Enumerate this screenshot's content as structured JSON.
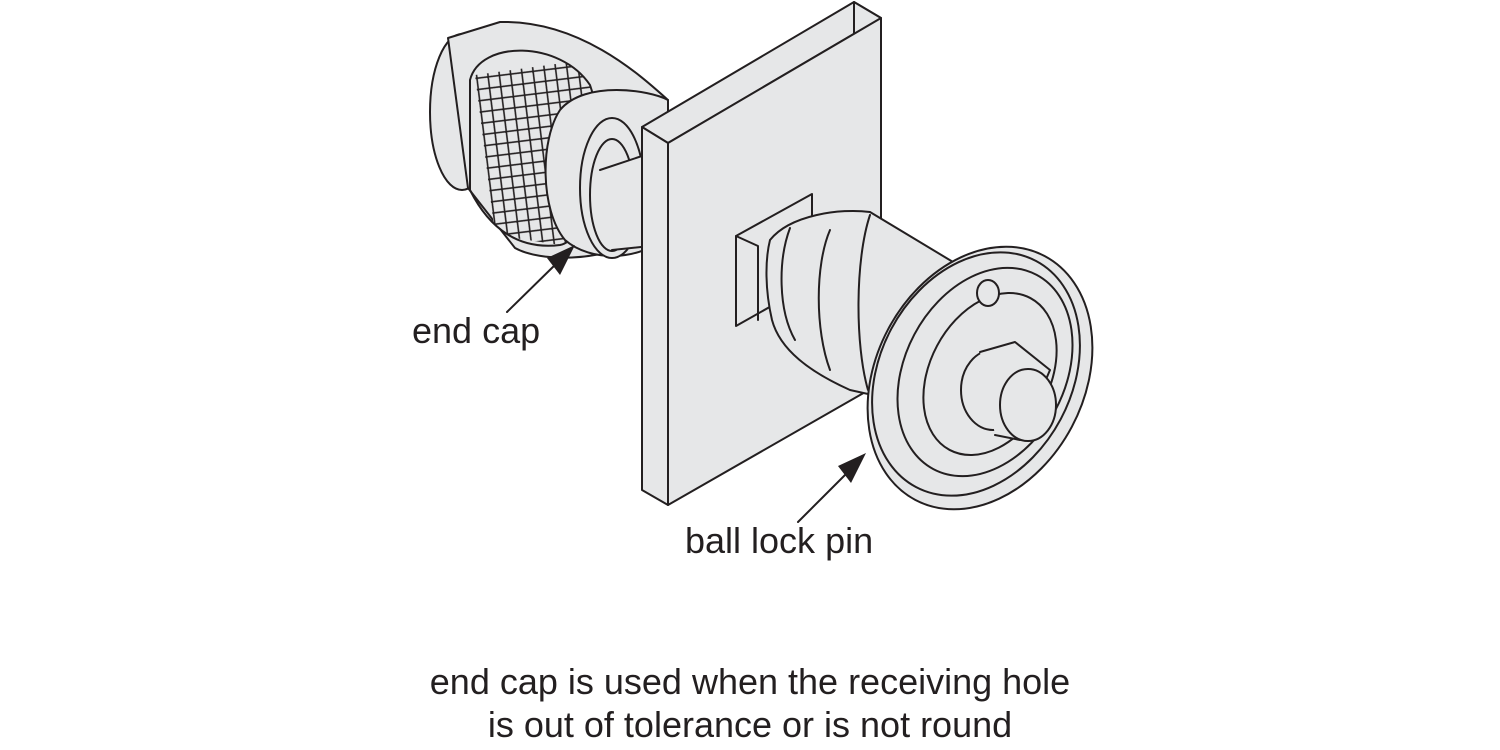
{
  "labels": {
    "end_cap": "end cap",
    "ball_lock_pin": "ball lock pin"
  },
  "caption": {
    "line1": "end cap is used when the receiving hole",
    "line2": "is out of tolerance or is not round"
  },
  "colors": {
    "fill": "#e6e7e8",
    "stroke": "#231f20",
    "background": "#ffffff"
  }
}
